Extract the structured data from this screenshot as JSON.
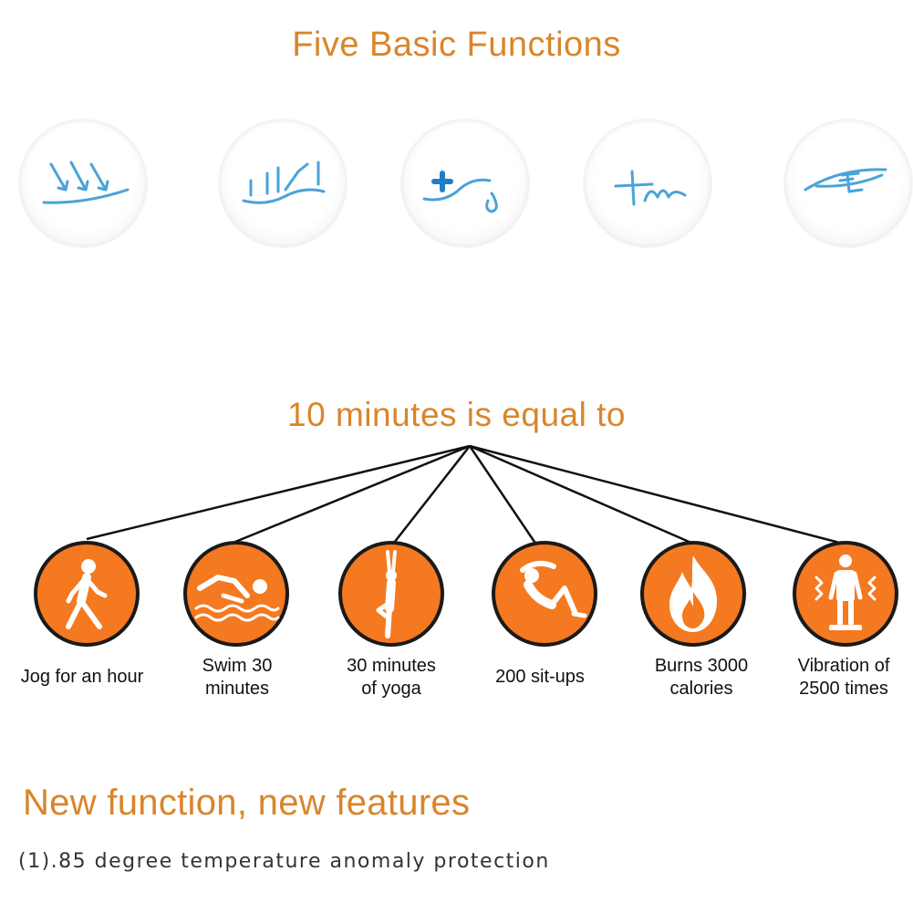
{
  "section_functions": {
    "title": "Five Basic Functions",
    "icons": [
      {
        "name": "arrows-into-surface-icon"
      },
      {
        "name": "wave-pulse-icon"
      },
      {
        "name": "plus-curve-drop-icon"
      },
      {
        "name": "tm-stroke-icon"
      },
      {
        "name": "eye-curve-icon"
      }
    ],
    "icon_color": "#4aa3d9"
  },
  "section_equivalence": {
    "title": "10 minutes is equal to",
    "items": [
      {
        "icon": "walking-person-icon",
        "label_line1": "Jog for an hour",
        "label_line2": ""
      },
      {
        "icon": "swimmer-icon",
        "label_line1": "Swim 30",
        "label_line2": "minutes"
      },
      {
        "icon": "yoga-pose-icon",
        "label_line1": "30 minutes",
        "label_line2": "of yoga"
      },
      {
        "icon": "sit-up-icon",
        "label_line1": "200 sit-ups",
        "label_line2": ""
      },
      {
        "icon": "flame-icon",
        "label_line1": "Burns 3000",
        "label_line2": "calories"
      },
      {
        "icon": "vibration-person-icon",
        "label_line1": "Vibration of",
        "label_line2": "2500 times"
      }
    ],
    "circle_color": "#f47920"
  },
  "section_features": {
    "title": "New function, new features",
    "line": "(1).85 degree temperature anomaly protection"
  },
  "colors": {
    "heading": "#d9852b",
    "text": "#111111",
    "accent_orange": "#f47920",
    "icon_blue": "#4aa3d9"
  }
}
